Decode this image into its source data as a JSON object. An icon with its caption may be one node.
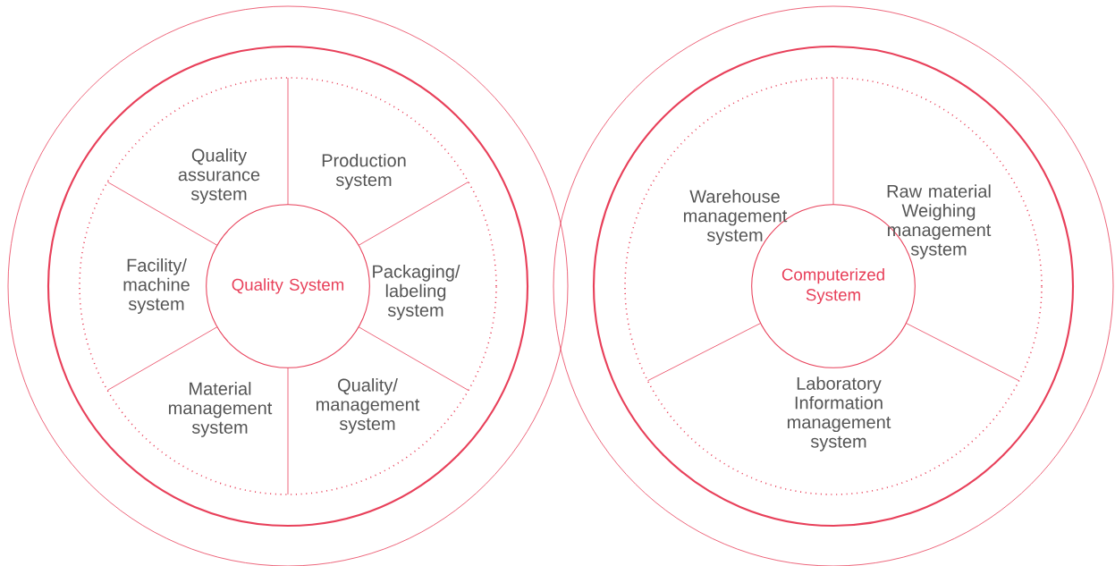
{
  "diagram": {
    "nodes": [
      {
        "text": [
          "Quality System"
        ]
      },
      {
        "text": [
          "Computerized System"
        ]
      }
    ],
    "labels": [
      "Quality assurance system",
      "Production system",
      "Facility/ machine system",
      "Packaging/ labeling system",
      "Material management system",
      "Quality/ management system",
      "Warehouse management system",
      "Raw material Weighing management system",
      "Laboratory Information management system"
    ]
  }
}
